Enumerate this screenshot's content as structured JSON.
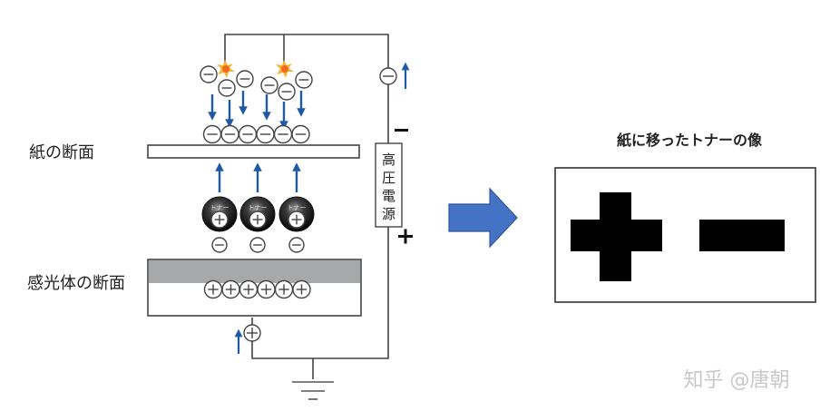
{
  "labels": {
    "paper_section": "紙の断面",
    "photoconductor_section": "感光体の断面",
    "power_supply": [
      "高",
      "圧",
      "電",
      "源"
    ],
    "result_title": "紙に移ったトナーの像",
    "toner_text": "トナー"
  },
  "symbols": {
    "minus": "−",
    "plus": "+",
    "terminal_minus": "−",
    "terminal_plus": "+"
  },
  "watermark": "知乎 @唐朝",
  "colors": {
    "arrow_blue": "#1f5aa6",
    "big_arrow_blue": "#4472c4",
    "spark": "#f26a1b",
    "drum_gray": "#a6a8aa",
    "line": "#444444"
  },
  "counts": {
    "falling_negative_charges": 6,
    "paper_negative_charges": 6,
    "toner_particles": 3,
    "drum_positive_charges": 6
  }
}
